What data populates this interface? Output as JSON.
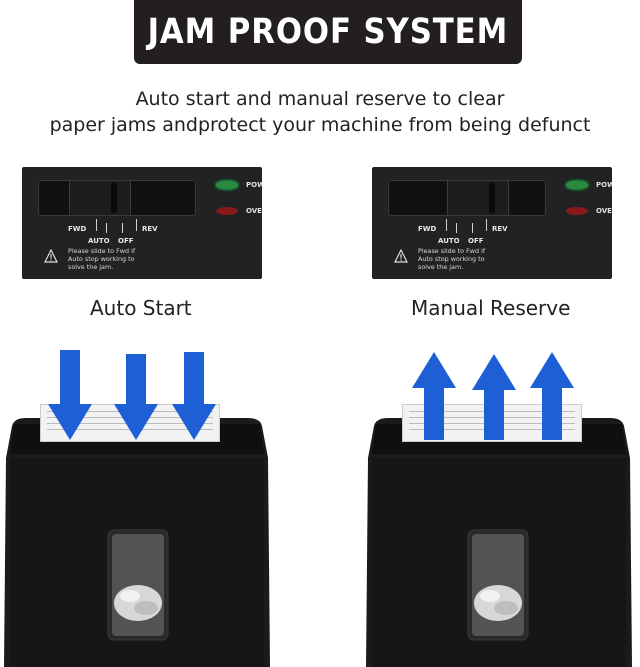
{
  "title": "JAM PROOF SYSTEM",
  "subtitle": {
    "line1": "Auto start and manual reserve to clear",
    "line2": "paper jams andprotect your machine from being defunct"
  },
  "panels": [
    {
      "fwd": "FWD",
      "auto": "AUTO",
      "off": "OFF",
      "rev": "REV",
      "power_label": "POW",
      "over_label": "OVE",
      "warning_text": [
        "Please slide to Fwd if",
        "Auto stop working to",
        "solve the jam."
      ]
    },
    {
      "fwd": "FWD",
      "auto": "AUTO",
      "off": "OFF",
      "rev": "REV",
      "power_label": "POW",
      "over_label": "OVE",
      "warning_text": [
        "Please slide to Fwd if",
        "Auto stop working to",
        "solve the jam."
      ]
    }
  ],
  "captions": {
    "left": "Auto Start",
    "right": "Manual Reserve"
  },
  "colors": {
    "banner": "#231f20",
    "arrow": "#1f5fd6",
    "panel": "#222222",
    "shredder": "#1a1a1a"
  },
  "icons": {
    "arrow_left": "arrow-down",
    "arrow_right": "arrow-up",
    "warning": "warning-triangle"
  }
}
